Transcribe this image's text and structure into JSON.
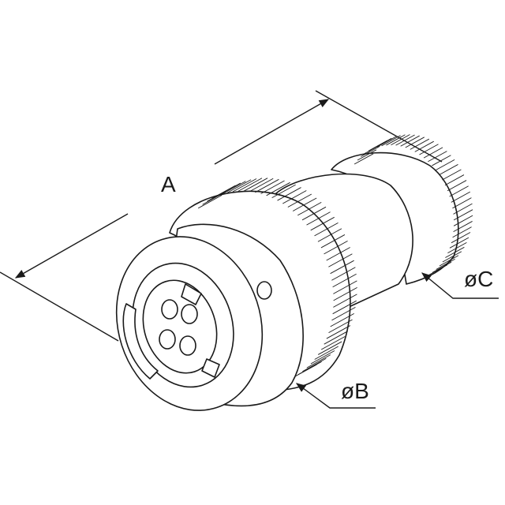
{
  "dimensions": {
    "length_label": "A",
    "diameter_b_label": "øB",
    "diameter_c_label": "øC"
  },
  "colors": {
    "stroke": "#1a1a1a",
    "fill": "#ffffff"
  },
  "parts": {
    "contact_pins": 4
  }
}
